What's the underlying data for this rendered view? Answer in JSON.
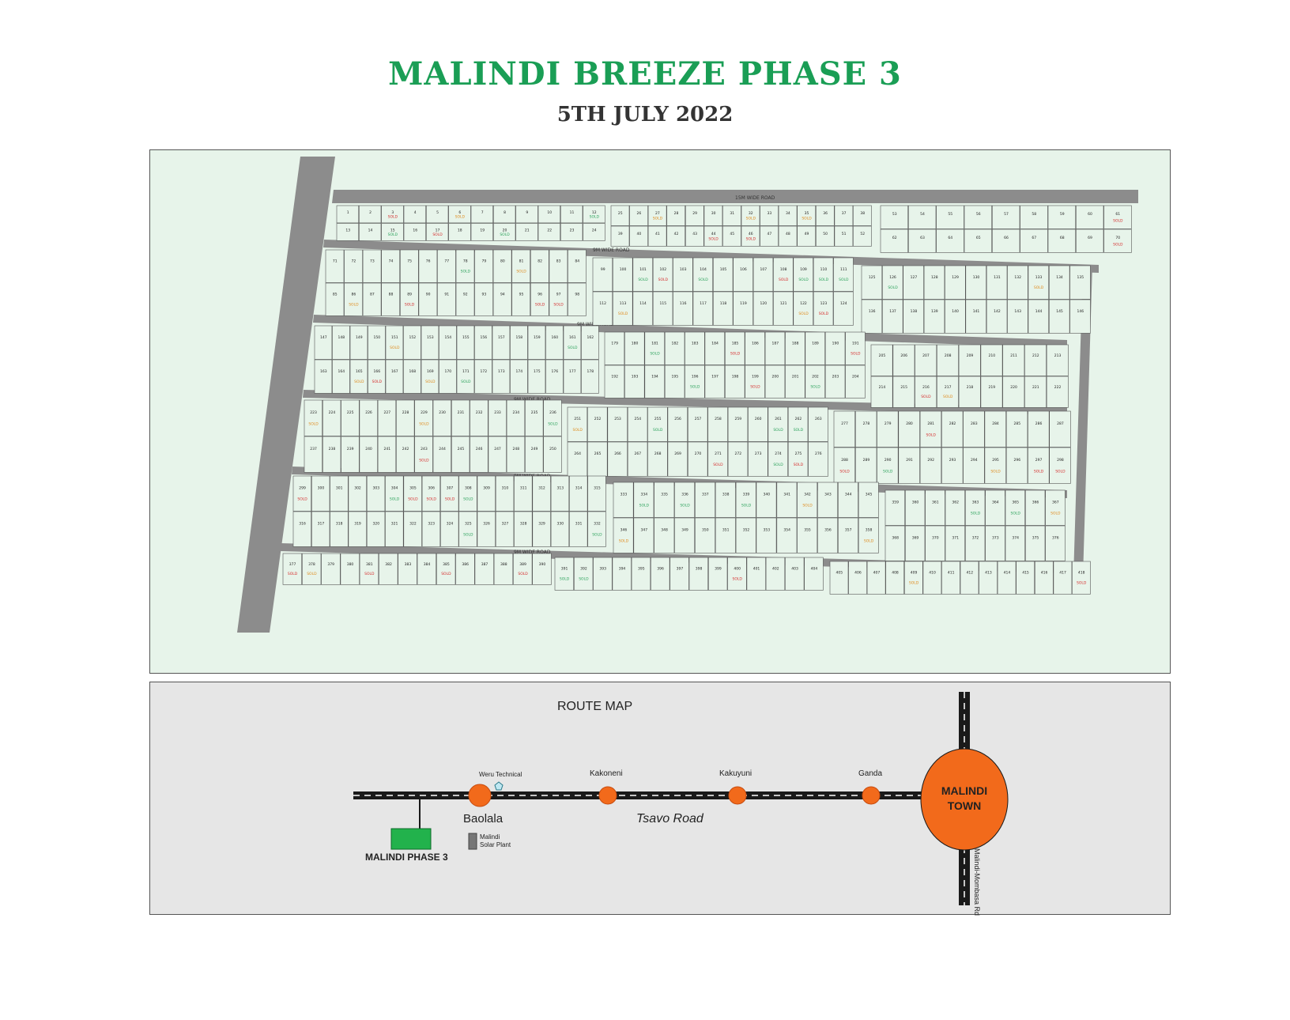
{
  "header": {
    "title": "MALINDI BREEZE PHASE 3",
    "date": "5TH JULY 2022"
  },
  "colors": {
    "title": "#1a9e55",
    "plot_fill": "#e7f4ea",
    "road": "#8c8c8c",
    "sold_red": "#d62b2b",
    "sold_green": "#2aa15a",
    "sold_orange": "#e08a1a",
    "town": "#f26a1b",
    "site_marker": "#22b24c"
  },
  "site_plan": {
    "road_labels": {
      "top": "15M WIDE ROAD",
      "internal_1": "9M WIDE ROAD",
      "internal_2": "9M WIDE ROAD",
      "internal_3": "9M WIDE ROAD",
      "internal_4": "9M WIDE ROAD",
      "internal_5": "9M WIDE ROAD"
    },
    "sold_marker": "SOLD"
  },
  "route_map": {
    "title": "ROUTE MAP",
    "road_name": "Tsavo Road",
    "town": "MALINDI TOWN",
    "town_line1": "MALINDI",
    "town_line2": "TOWN",
    "site": "MALINDI PHASE 3",
    "side_road": "Malindi-Mombasa Rd",
    "landmarks": {
      "weru": "Weru Technical",
      "solar1": "Malindi",
      "solar2": "Solar Plant"
    },
    "stops": {
      "baolala": "Baolala",
      "kakoneni": "Kakoneni",
      "kakuyuni": "Kakuyuni",
      "ganda": "Ganda"
    }
  }
}
